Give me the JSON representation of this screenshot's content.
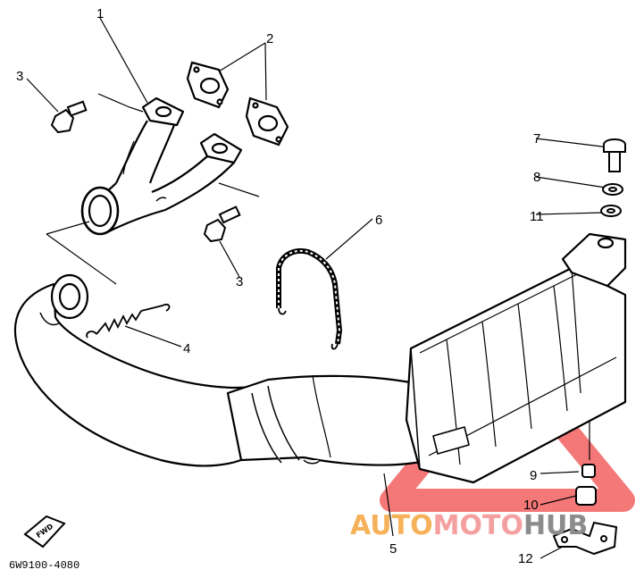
{
  "diagram": {
    "part_code": "6W9100-4080",
    "forward_label": "FWD",
    "callouts": {
      "c1": "1",
      "c2": "2",
      "c3a": "3",
      "c3b": "3",
      "c4": "4",
      "c5": "5",
      "c6": "6",
      "c7": "7",
      "c8": "8",
      "c9": "9",
      "c10": "10",
      "c11": "11",
      "c12": "12"
    }
  },
  "watermark": {
    "text_auto": "AUTO",
    "text_moto": "MOTO",
    "text_hub": "HUB",
    "color_auto": "#f6b25a",
    "color_moto": "#f5a0a0",
    "color_hub": "#8c8c8c",
    "color_triangle": "#f04b4b"
  }
}
